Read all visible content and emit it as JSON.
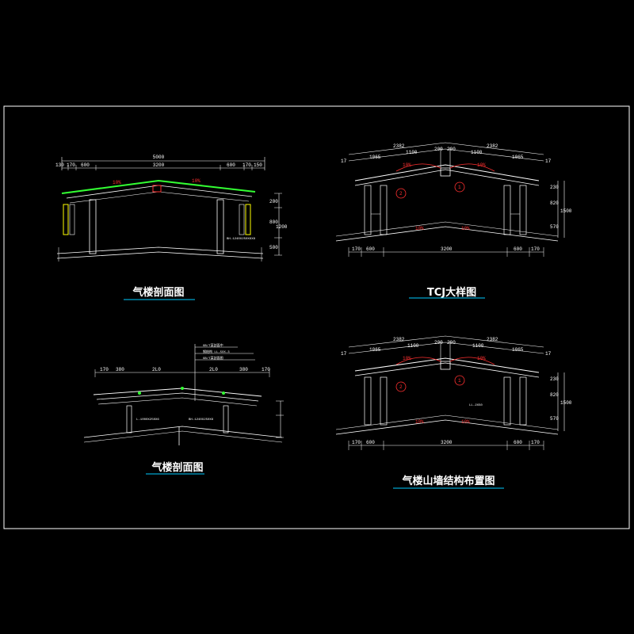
{
  "colors": {
    "background": "#000000",
    "frame": "#ffffff",
    "roof": "#33ff33",
    "dimension": "#ffffff",
    "slope_text": "#ff3030",
    "column": "#ffffff",
    "yellow_member": "#ffff00",
    "title_underline": "#00ccff"
  },
  "panels": {
    "tl": {
      "title": "气楼剖面图",
      "top_total": "5000",
      "top_parts": [
        "130",
        "170",
        "600",
        "3200",
        "600",
        "170",
        "150"
      ],
      "slope_left": "10%",
      "slope_right": "10%",
      "right_dims": [
        "200",
        "800",
        "1200",
        "500"
      ],
      "note": "BH-1240X250X6X8"
    },
    "tr": {
      "title": "TCJ大样图",
      "top_left_total": "2382",
      "top_right_total": "2382",
      "top_parts": [
        "1065",
        "1100",
        "200",
        "200",
        "1100",
        "1065"
      ],
      "left_edge": "17",
      "right_edge": "17",
      "slope_top_left": "10%",
      "slope_top_right": "10%",
      "slope_bottom_left": "10%",
      "slope_bottom_right": "10%",
      "marker_a": "2",
      "marker_b": "1",
      "right_dims": [
        "230",
        "820",
        "570",
        "1500"
      ],
      "bottom_parts": [
        "170",
        "600",
        "3200",
        "600",
        "170"
      ]
    },
    "bl": {
      "title": "气楼剖面图",
      "top_parts": [
        "170",
        "380",
        "2L0",
        "2L0",
        "380",
        "170"
      ],
      "note_1": "GB/T某剖面中",
      "note_2": "钢结构 LL-5XX-3",
      "note_3": "GB/T某剖面图",
      "label_left": "L-1000X250X6",
      "label_mid": "BH-1240X250X6"
    },
    "br": {
      "title": "气楼山墙结构布置图",
      "top_left_total": "2382",
      "top_right_total": "2382",
      "top_parts": [
        "1065",
        "1100",
        "200",
        "200",
        "1100",
        "1065"
      ],
      "left_edge": "17",
      "right_edge": "17",
      "slope_top_left": "10%",
      "slope_top_right": "10%",
      "slope_bottom_left": "10%",
      "slope_bottom_right": "10%",
      "marker_a": "2",
      "marker_b": "1",
      "label_mid": "LL-2X50",
      "right_dims": [
        "230",
        "820",
        "570",
        "1500"
      ],
      "bottom_parts": [
        "170",
        "600",
        "3200",
        "600",
        "170"
      ]
    }
  }
}
